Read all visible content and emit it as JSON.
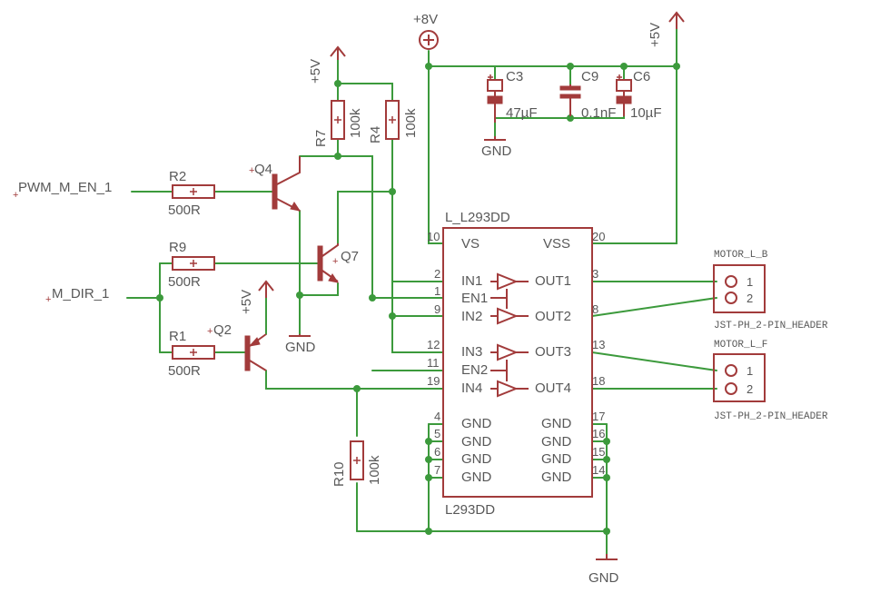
{
  "nets": {
    "pwm": "PWM_M_EN_1",
    "dir": "M_DIR_1",
    "v8": "+8V",
    "v5": "+5V",
    "gnd": "GND"
  },
  "resistors": {
    "r2": {
      "ref": "R2",
      "value": "500R"
    },
    "r9": {
      "ref": "R9",
      "value": "500R"
    },
    "r1": {
      "ref": "R1",
      "value": "500R"
    },
    "r7": {
      "ref": "R7",
      "value": "100k"
    },
    "r4": {
      "ref": "R4",
      "value": "100k"
    },
    "r10": {
      "ref": "R10",
      "value": "100k"
    }
  },
  "transistors": {
    "q4": "Q4",
    "q7": "Q7",
    "q2": "Q2"
  },
  "capacitors": {
    "c3": {
      "ref": "C3",
      "value": "47µF"
    },
    "c9": {
      "ref": "C9",
      "value": "0.1nF"
    },
    "c6": {
      "ref": "C6",
      "value": "10µF"
    }
  },
  "ic": {
    "name": "L_L293DD",
    "value": "L293DD",
    "left_pins": [
      {
        "num": "10",
        "label": "VS"
      },
      {
        "num": "2",
        "label": "IN1"
      },
      {
        "num": "1",
        "label": "EN1"
      },
      {
        "num": "9",
        "label": "IN2"
      },
      {
        "num": "12",
        "label": "IN3"
      },
      {
        "num": "11",
        "label": "EN2"
      },
      {
        "num": "19",
        "label": "IN4"
      },
      {
        "num": "4",
        "label": "GND"
      },
      {
        "num": "5",
        "label": "GND"
      },
      {
        "num": "6",
        "label": "GND"
      },
      {
        "num": "7",
        "label": "GND"
      }
    ],
    "right_pins": [
      {
        "num": "20",
        "label": "VSS"
      },
      {
        "num": "3",
        "label": "OUT1"
      },
      {
        "num": "8",
        "label": "OUT2"
      },
      {
        "num": "13",
        "label": "OUT3"
      },
      {
        "num": "18",
        "label": "OUT4"
      },
      {
        "num": "17",
        "label": "GND"
      },
      {
        "num": "16",
        "label": "GND"
      },
      {
        "num": "15",
        "label": "GND"
      },
      {
        "num": "14",
        "label": "GND"
      }
    ]
  },
  "connectors": {
    "b": {
      "name": "MOTOR_L_B",
      "pin1": "1",
      "pin2": "2",
      "value": "JST-PH_2-PIN_HEADER"
    },
    "f": {
      "name": "MOTOR_L_F",
      "pin1": "1",
      "pin2": "2",
      "value": "JST-PH_2-PIN_HEADER"
    }
  },
  "colors": {
    "wire": "#3c9a3c",
    "symbol": "#a23b3b",
    "text": "#585858"
  }
}
